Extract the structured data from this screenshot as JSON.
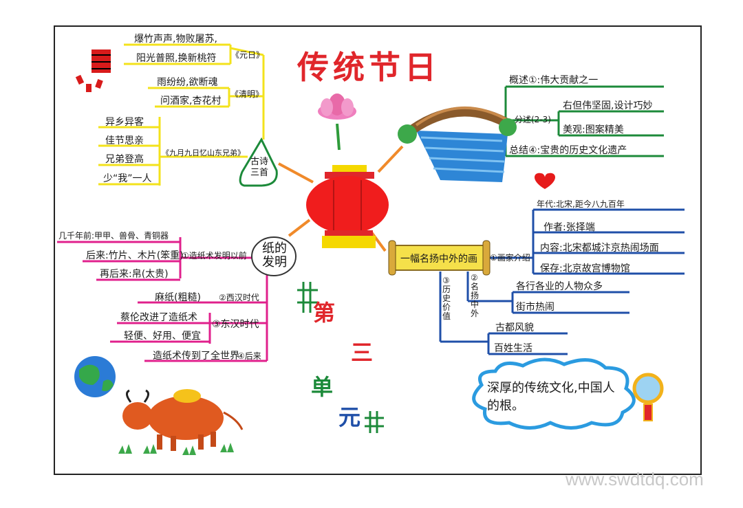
{
  "title": "传统节日",
  "unit": {
    "c1": "第",
    "c2": "三",
    "c3": "单",
    "c4": "元"
  },
  "watermark": "www.swdtdq.com",
  "poems": {
    "center": [
      "古诗",
      "三首"
    ],
    "yuanri": {
      "label": "《元日》",
      "lines": [
        "爆竹声声,物败屠苏,",
        "阳光普照,换新桃符"
      ]
    },
    "qingming": {
      "label": "《清明》",
      "lines": [
        "雨纷纷,欲断魂",
        "问酒家,杏花村"
      ]
    },
    "jiuyue": {
      "label": "《九月九日忆山东兄弟》",
      "lines": [
        "异乡异客",
        "佳节思亲",
        "兄弟登高",
        "少“我”一人"
      ]
    }
  },
  "paper": {
    "center": [
      "纸的",
      "发明"
    ],
    "b1": {
      "label": "①造纸术发明以前",
      "lines": [
        "几千年前:甲甲、兽骨、青铜器",
        "后来:竹片、木片(笨重)",
        "再后来:帛(太贵)"
      ]
    },
    "b2": {
      "label": "②西汉时代",
      "line": "麻纸(粗糙)"
    },
    "b3": {
      "label": "③东汉时代",
      "lines": [
        "蔡伦改进了造纸术",
        "轻便、好用、便宜"
      ]
    },
    "b4": {
      "label": "④后来",
      "line": "造纸术传到了全世界"
    }
  },
  "bridge": {
    "b1": "概述①:伟大贡献之一",
    "b2": {
      "label": "分述(2-3)",
      "lines": [
        "右但伟坚固,设计巧妙",
        "美观:图案精美"
      ]
    },
    "b3": "总结④:宝贵的历史文化遗产"
  },
  "painting": {
    "center": "一幅名扬中外的画",
    "b1": {
      "label": "①画家介绍",
      "lines": [
        "年代:北宋,距今八九百年",
        "作者:张择端",
        "内容:北宋都城汴京热闹场面",
        "保存:北京故宫博物馆"
      ]
    },
    "b2": {
      "label": "②名扬中外",
      "lines": [
        "各行各业的人物众多",
        "街市热闹"
      ]
    },
    "b3": {
      "label": "③历史价值",
      "lines": [
        "古都风貌",
        "百姓生活"
      ]
    }
  },
  "cloud": "深厚的传统文化,中国人的根。",
  "colors": {
    "title": "#e0262b",
    "yellow": "#f3e21b",
    "magenta": "#e0208c",
    "green": "#1c8a3a",
    "blue": "#1f4fa8",
    "orange": "#f08a2a"
  }
}
